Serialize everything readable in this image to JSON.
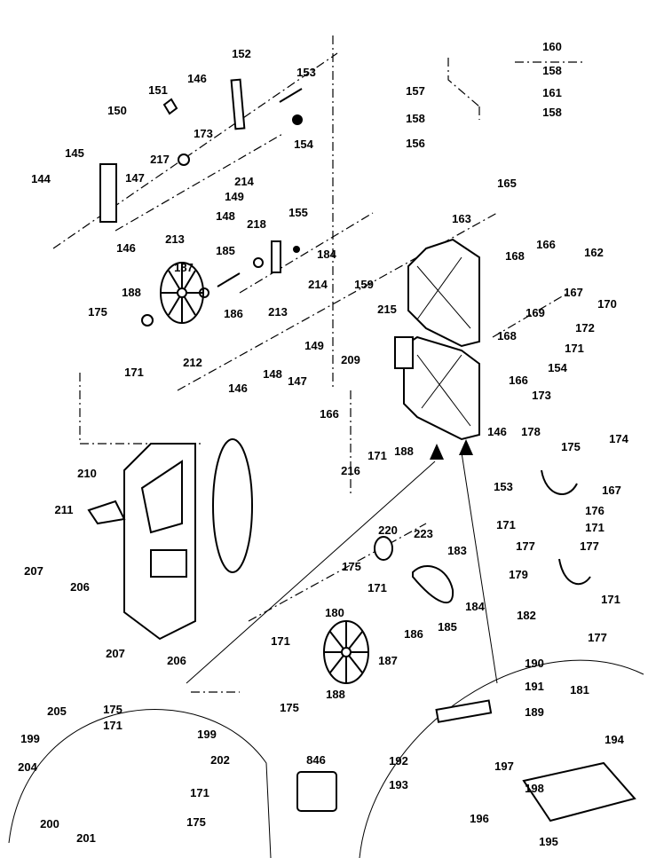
{
  "diagram": {
    "type": "exploded parts diagram",
    "part_labels": [
      "160",
      "158",
      "157",
      "161",
      "158",
      "158",
      "156",
      "152",
      "153",
      "146",
      "151",
      "150",
      "173",
      "154",
      "217",
      "145",
      "144",
      "147",
      "214",
      "149",
      "148",
      "146",
      "213",
      "218",
      "155",
      "184",
      "185",
      "187",
      "188",
      "175",
      "186",
      "213",
      "214",
      "149",
      "148",
      "147",
      "146",
      "212",
      "171",
      "165",
      "163",
      "166",
      "162",
      "168",
      "159",
      "167",
      "170",
      "215",
      "169",
      "168",
      "172",
      "171",
      "209",
      "154",
      "166",
      "173",
      "146",
      "178",
      "166",
      "216",
      "171",
      "188",
      "175",
      "174",
      "167",
      "176",
      "153",
      "171",
      "171",
      "177",
      "177",
      "179",
      "182",
      "171",
      "177",
      "210",
      "211",
      "207",
      "206",
      "220",
      "223",
      "183",
      "175",
      "171",
      "184",
      "180",
      "186",
      "185",
      "171",
      "187",
      "188",
      "175",
      "207",
      "206",
      "190",
      "191",
      "189",
      "181",
      "194",
      "192",
      "197",
      "198",
      "193",
      "196",
      "195",
      "846",
      "205",
      "175",
      "171",
      "199",
      "199",
      "202",
      "204",
      "171",
      "200",
      "201",
      "175"
    ]
  }
}
